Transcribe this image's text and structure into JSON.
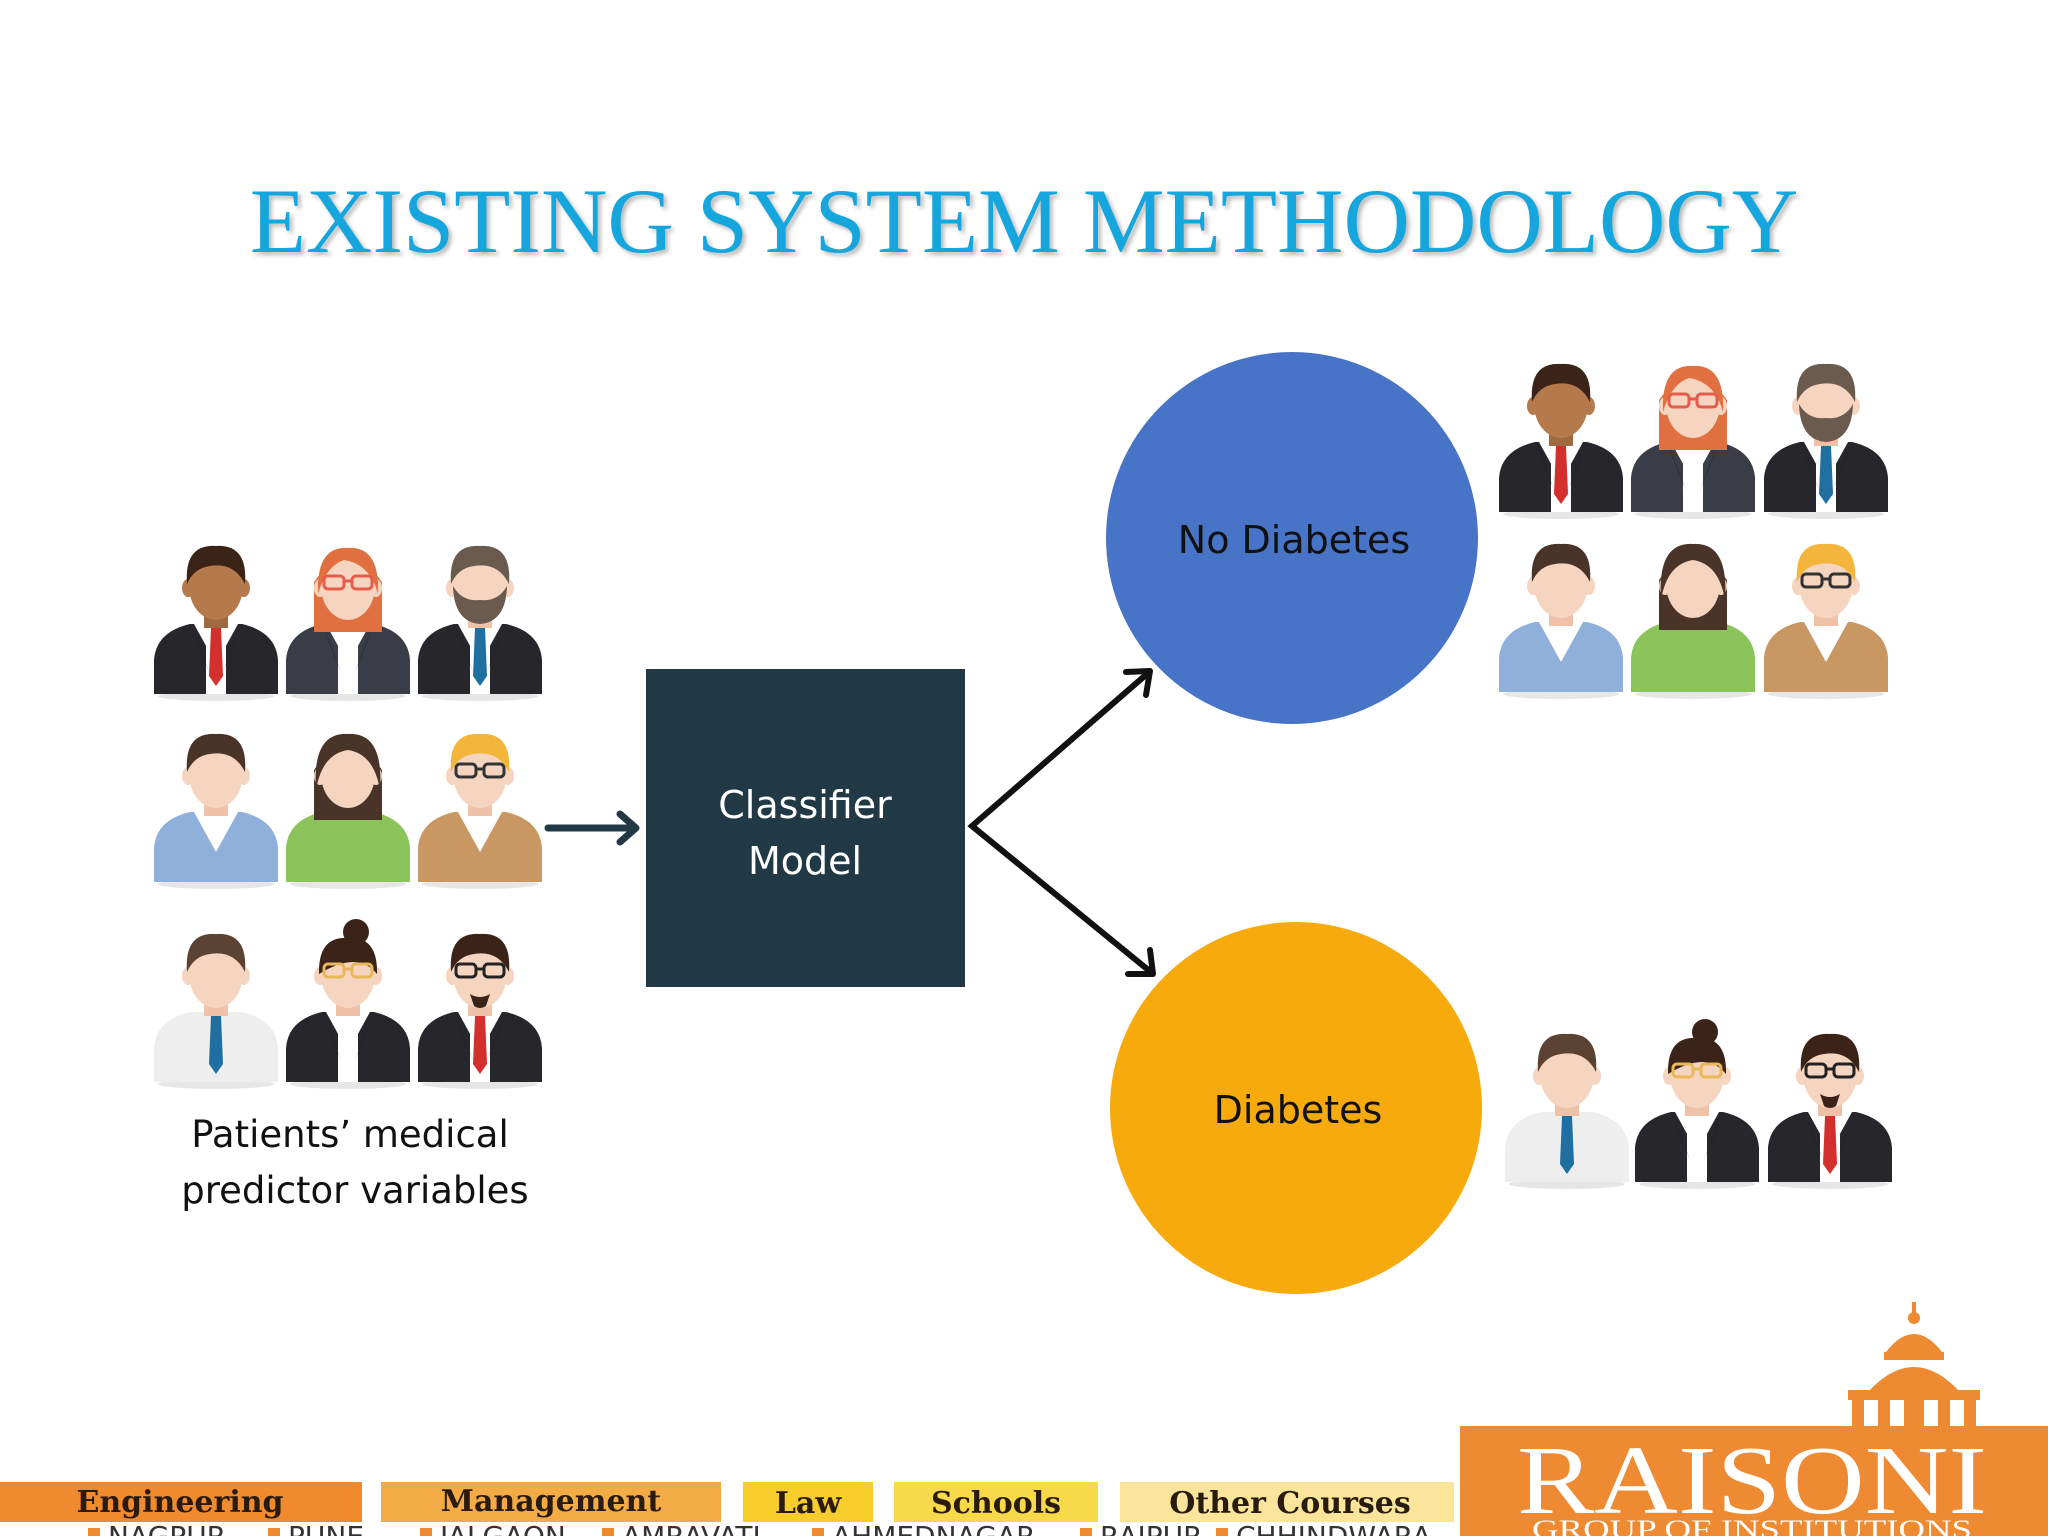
{
  "slide": {
    "title": "EXISTING SYSTEM METHODOLOGY"
  },
  "diagram": {
    "input_caption_line1": "Patients’ medical",
    "input_caption_line2": "predictor variables",
    "classifier_line1": "Classifier",
    "classifier_line2": "Model",
    "outcome_negative": "No Diabetes",
    "outcome_positive": "Diabetes",
    "colors": {
      "classifier_box": "#213845",
      "no_diabetes_circle": "#4874c7",
      "diabetes_circle": "#f6aa0b",
      "arrow": "#111111",
      "input_arrow": "#213845"
    }
  },
  "footer": {
    "categories": [
      "Engineering",
      "Management",
      "Law",
      "Schools",
      "Other Courses"
    ],
    "cities": [
      "NAGPUR",
      "PUNE",
      "JALGAON",
      "AMRAVATI",
      "AHMEDNAGAR",
      "RAIPUR",
      "CHHINDWARA"
    ],
    "logo_name": "RAISONI",
    "logo_subtitle": "GROUP OF INSTITUTIONS",
    "colors": {
      "engineering": "#ef8a2e",
      "management": "#f3ac45",
      "law": "#f6cd2b",
      "schools": "#f8d94a",
      "other_courses": "#fae59a",
      "logo_bg": "#ee8a32"
    }
  }
}
